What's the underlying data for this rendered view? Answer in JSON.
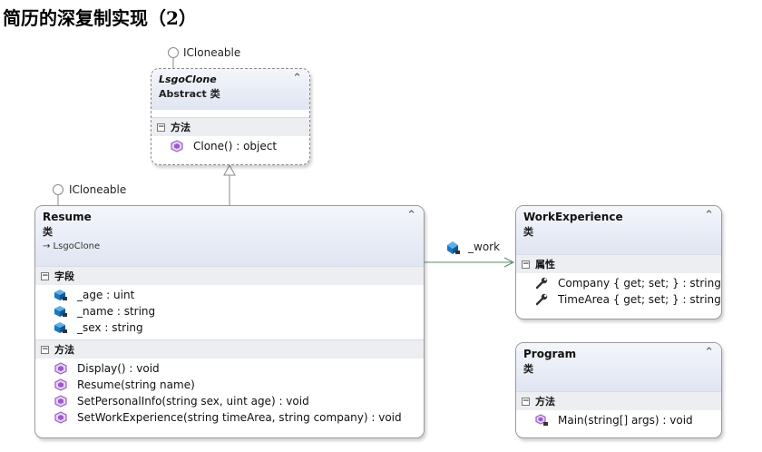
{
  "page": {
    "title": "简历的深复制实现（2）"
  },
  "interfaces": {
    "lsgo_clone": "ICloneable",
    "resume": "ICloneable"
  },
  "association": {
    "label": "_work"
  },
  "classes": {
    "lsgo_clone": {
      "name": "LsgoClone",
      "kind": "Abstract 类",
      "sections": [
        {
          "title": "方法",
          "members": [
            "Clone() : object"
          ]
        }
      ]
    },
    "resume": {
      "name": "Resume",
      "kind": "类",
      "base": "→ LsgoClone",
      "sections": [
        {
          "title": "字段",
          "members": [
            "_age : uint",
            "_name : string",
            "_sex : string"
          ]
        },
        {
          "title": "方法",
          "members": [
            "Display() : void",
            "Resume(string name)",
            "SetPersonalInfo(string sex, uint age) : void",
            "SetWorkExperience(string timeArea, string company) : void"
          ]
        }
      ]
    },
    "work_experience": {
      "name": "WorkExperience",
      "kind": "类",
      "sections": [
        {
          "title": "属性",
          "members": [
            "Company { get; set; } : string",
            "TimeArea { get; set; } : string"
          ]
        }
      ]
    },
    "program": {
      "name": "Program",
      "kind": "类",
      "sections": [
        {
          "title": "方法",
          "members": [
            "Main(string[] args) : void"
          ]
        }
      ]
    }
  },
  "ui": {
    "collapse_glyph": "⌃",
    "section_toggle_glyph": "−"
  },
  "icons": {
    "method": "method-icon",
    "field": "field-icon",
    "property": "property-icon",
    "static_method": "static-method-icon",
    "interface": "lollipop-interface-icon"
  },
  "colors": {
    "header_gradient_top": "#f4f6fb",
    "header_gradient_bottom": "#dfe5f2",
    "method_icon": "#9a5cc6",
    "field_icon": "#1b78c2",
    "association_line": "#5a8a6a"
  }
}
